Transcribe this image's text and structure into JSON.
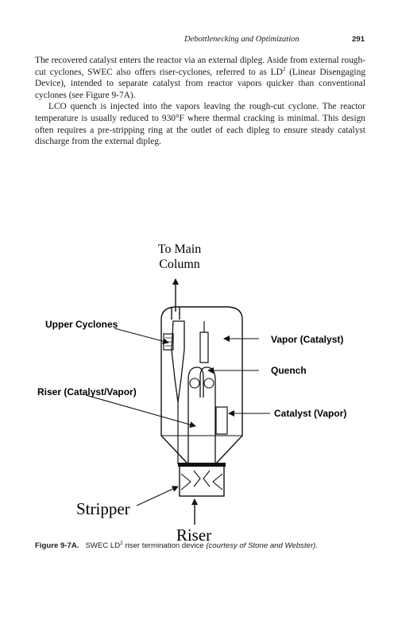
{
  "running_head": {
    "title": "Debottlenecking and Optimization",
    "page_number": "291"
  },
  "body": {
    "p1_a": "The recovered catalyst enters the reactor via an external dipleg. Aside from external rough-cut cyclones, SWEC also offers riser-cyclones, referred to as LD",
    "p1_sup": "2",
    "p1_b": " (Linear Disengaging Device), intended to separate catalyst from reactor vapors quicker than conventional cyclones (see Figure 9-7A).",
    "p2": "LCO quench is injected into the vapors leaving the rough-cut cyclone. The reactor temperature is usually reduced to 930°F where thermal cracking is minimal. This design often requires a pre-stripping ring at the outlet of each dipleg to ensure steady catalyst discharge from the external dipleg."
  },
  "figure": {
    "labels": {
      "to_main_1": "To Main",
      "to_main_2": "Column",
      "upper_cyclones": "Upper Cyclones",
      "vapor_catalyst": "Vapor (Catalyst)",
      "quench": "Quench",
      "riser_catalyst_vapor": "Riser (Catalyst/Vapor)",
      "catalyst_vapor": "Catalyst (Vapor)",
      "stripper": "Stripper",
      "riser": "Riser"
    }
  },
  "caption": {
    "number": "Figure 9-7A.",
    "text_a": "SWEC LD",
    "sup": "2",
    "text_b": " riser termination device ",
    "credit": "(courtesy of Stone and Webster)",
    "end": "."
  }
}
